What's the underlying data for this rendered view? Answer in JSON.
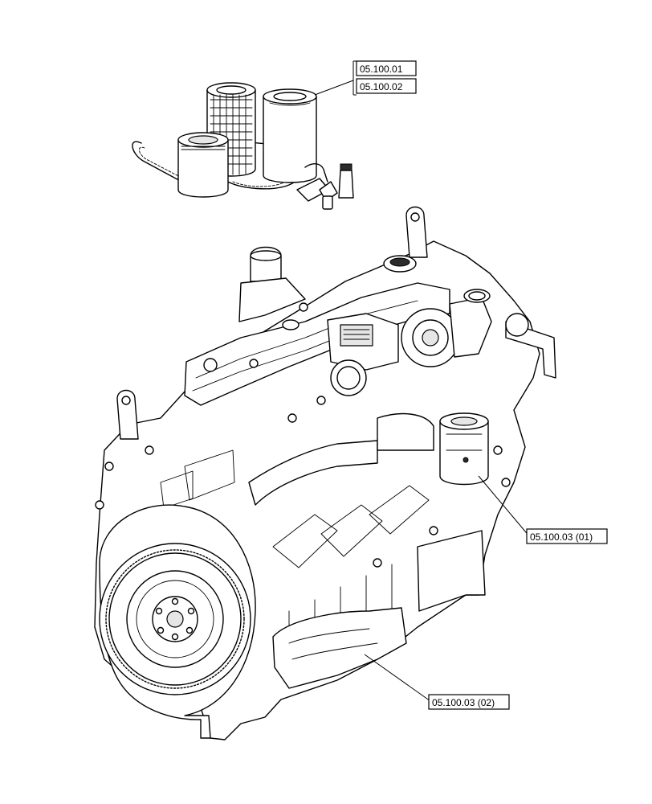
{
  "callouts": {
    "filter_kit_1": "05.100.01",
    "filter_kit_2": "05.100.02",
    "oil_filter": "05.100.03 (01)",
    "oil_sump": "05.100.03 (02)"
  },
  "icons": {
    "filter_kit": "service-kit-icon",
    "engine": "engine-assembly-icon"
  },
  "colors": {
    "ink": "#000000",
    "background": "#ffffff"
  }
}
